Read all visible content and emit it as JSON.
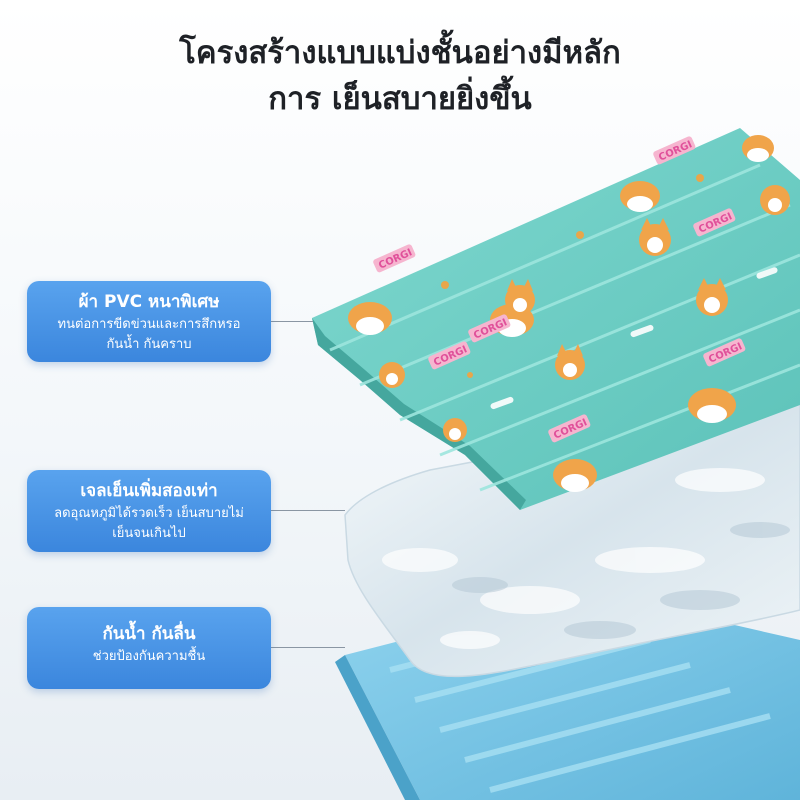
{
  "headline": {
    "line1": "โครงสร้างแบบแบ่งชั้นอย่างมีหลัก",
    "line2": "การ เย็นสบายยิ่งขึ้น"
  },
  "layers": [
    {
      "title": "ผ้า PVC หนาพิเศษ",
      "desc1": "ทนต่อการขีดข่วนและการสึกหรอ",
      "desc2": "กันน้ำ กันคราบ"
    },
    {
      "title": "เจลเย็นเพิ่มสองเท่า",
      "desc1": "ลดอุณหภูมิได้รวดเร็ว เย็นสบายไม่",
      "desc2": "เย็นจนเกินไป"
    },
    {
      "title": "กันน้ำ กันลื่น",
      "desc1": "ช่วยป้องกันความชื้น"
    }
  ],
  "product": {
    "print_text": "CORGI",
    "colors": {
      "top_fabric": "#6fcfc6",
      "gel": "#e4eef3",
      "base": "#7ec9e6",
      "label_pink": "#f6b5cf",
      "callout": "#4a94e6"
    }
  }
}
